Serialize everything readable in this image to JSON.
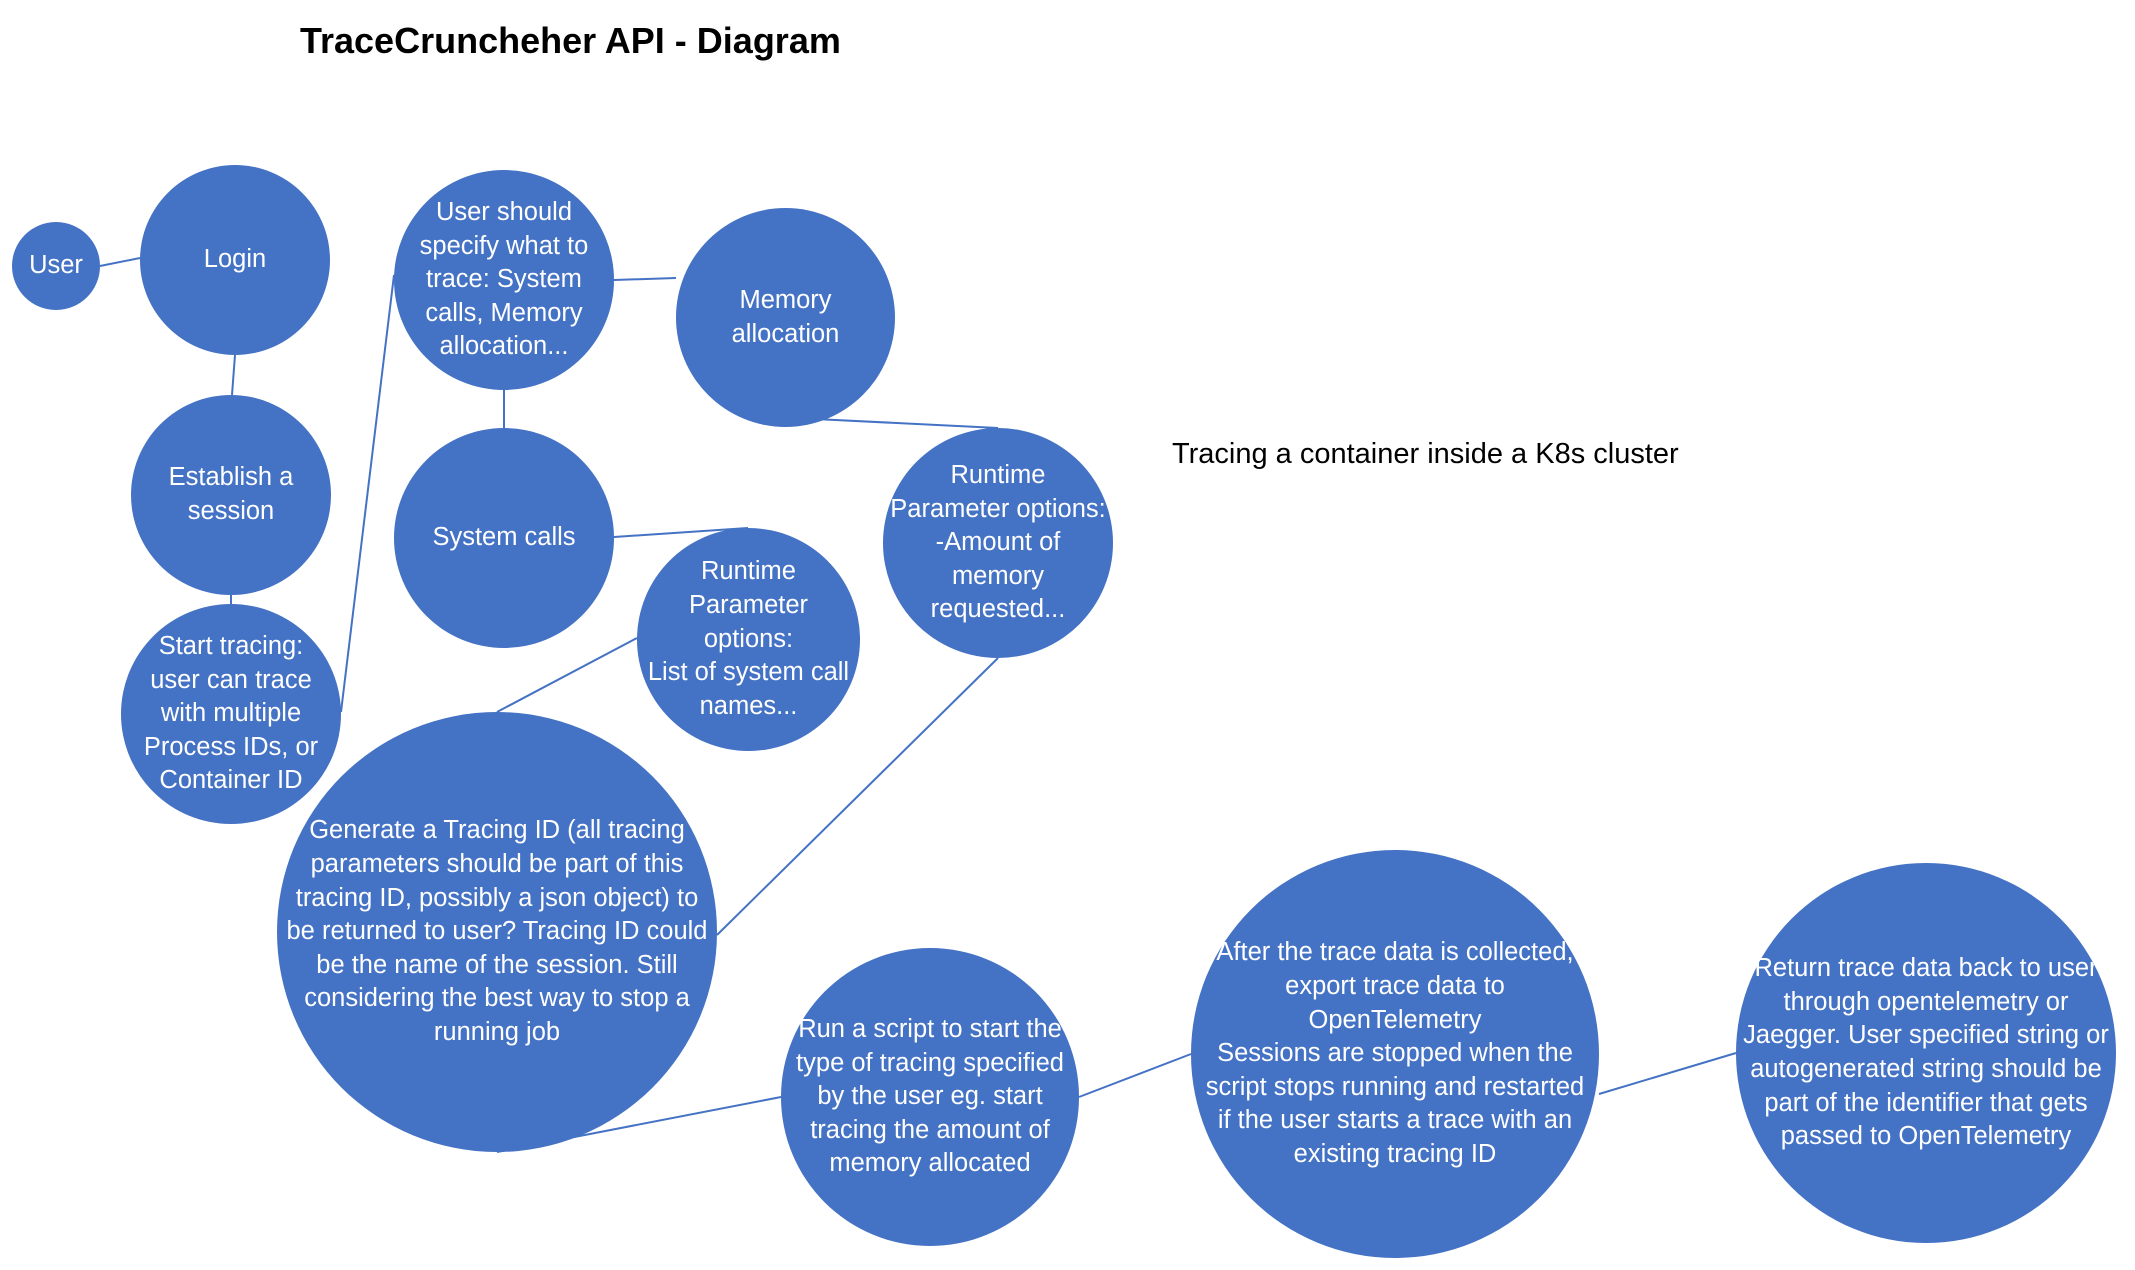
{
  "diagram": {
    "title": "TraceCruncheher API - Diagram",
    "caption": "Tracing a container inside a K8s cluster",
    "colors": {
      "node_fill": "#4472c4",
      "node_text": "#ffffff",
      "edge": "#4472c4",
      "text": "#000000"
    },
    "nodes": [
      {
        "id": "user",
        "label": "User"
      },
      {
        "id": "login",
        "label": "Login"
      },
      {
        "id": "session",
        "label": "Establish a\nsession"
      },
      {
        "id": "start-tracing",
        "label": "Start tracing:\nuser can trace\nwith multiple\nProcess IDs, or\nContainer ID"
      },
      {
        "id": "specify-trace",
        "label": "User should\nspecify what to\ntrace: System\ncalls, Memory\nallocation..."
      },
      {
        "id": "memory-allocation",
        "label": "Memory\nallocation"
      },
      {
        "id": "system-calls",
        "label": "System calls"
      },
      {
        "id": "runtime-memory",
        "label": "Runtime\nParameter options:\n-Amount of\nmemory\nrequested..."
      },
      {
        "id": "runtime-syscalls",
        "label": "Runtime\nParameter\noptions:\nList of system call\nnames..."
      },
      {
        "id": "tracing-id",
        "label": "Generate a Tracing ID (all tracing\nparameters should be part of this\ntracing ID, possibly a json object) to\nbe returned to user? Tracing ID could\nbe the name of the session. Still\nconsidering the best way to stop a\nrunning job"
      },
      {
        "id": "run-script",
        "label": "Run a script to start the\ntype of tracing specified\nby the user eg. start\ntracing the amount of\nmemory allocated"
      },
      {
        "id": "export-data",
        "label": "After the trace data is collected,\nexport trace data to\nOpenTelemetry\nSessions are stopped when the\nscript stops running and restarted\nif the user starts a trace with an\nexisting tracing ID"
      },
      {
        "id": "return-data",
        "label": "Return trace data back to user\nthrough opentelemetry or\nJaegger. User specified string or\nautogenerated string should be\npart of the identifier that gets\npassed to OpenTelemetry"
      }
    ],
    "edges": [
      [
        "user",
        "login"
      ],
      [
        "login",
        "session"
      ],
      [
        "session",
        "start-tracing"
      ],
      [
        "start-tracing",
        "specify-trace"
      ],
      [
        "specify-trace",
        "memory-allocation"
      ],
      [
        "specify-trace",
        "system-calls"
      ],
      [
        "memory-allocation",
        "runtime-memory"
      ],
      [
        "system-calls",
        "runtime-syscalls"
      ],
      [
        "runtime-syscalls",
        "tracing-id"
      ],
      [
        "runtime-memory",
        "tracing-id"
      ],
      [
        "tracing-id",
        "run-script"
      ],
      [
        "run-script",
        "export-data"
      ],
      [
        "export-data",
        "return-data"
      ]
    ]
  }
}
